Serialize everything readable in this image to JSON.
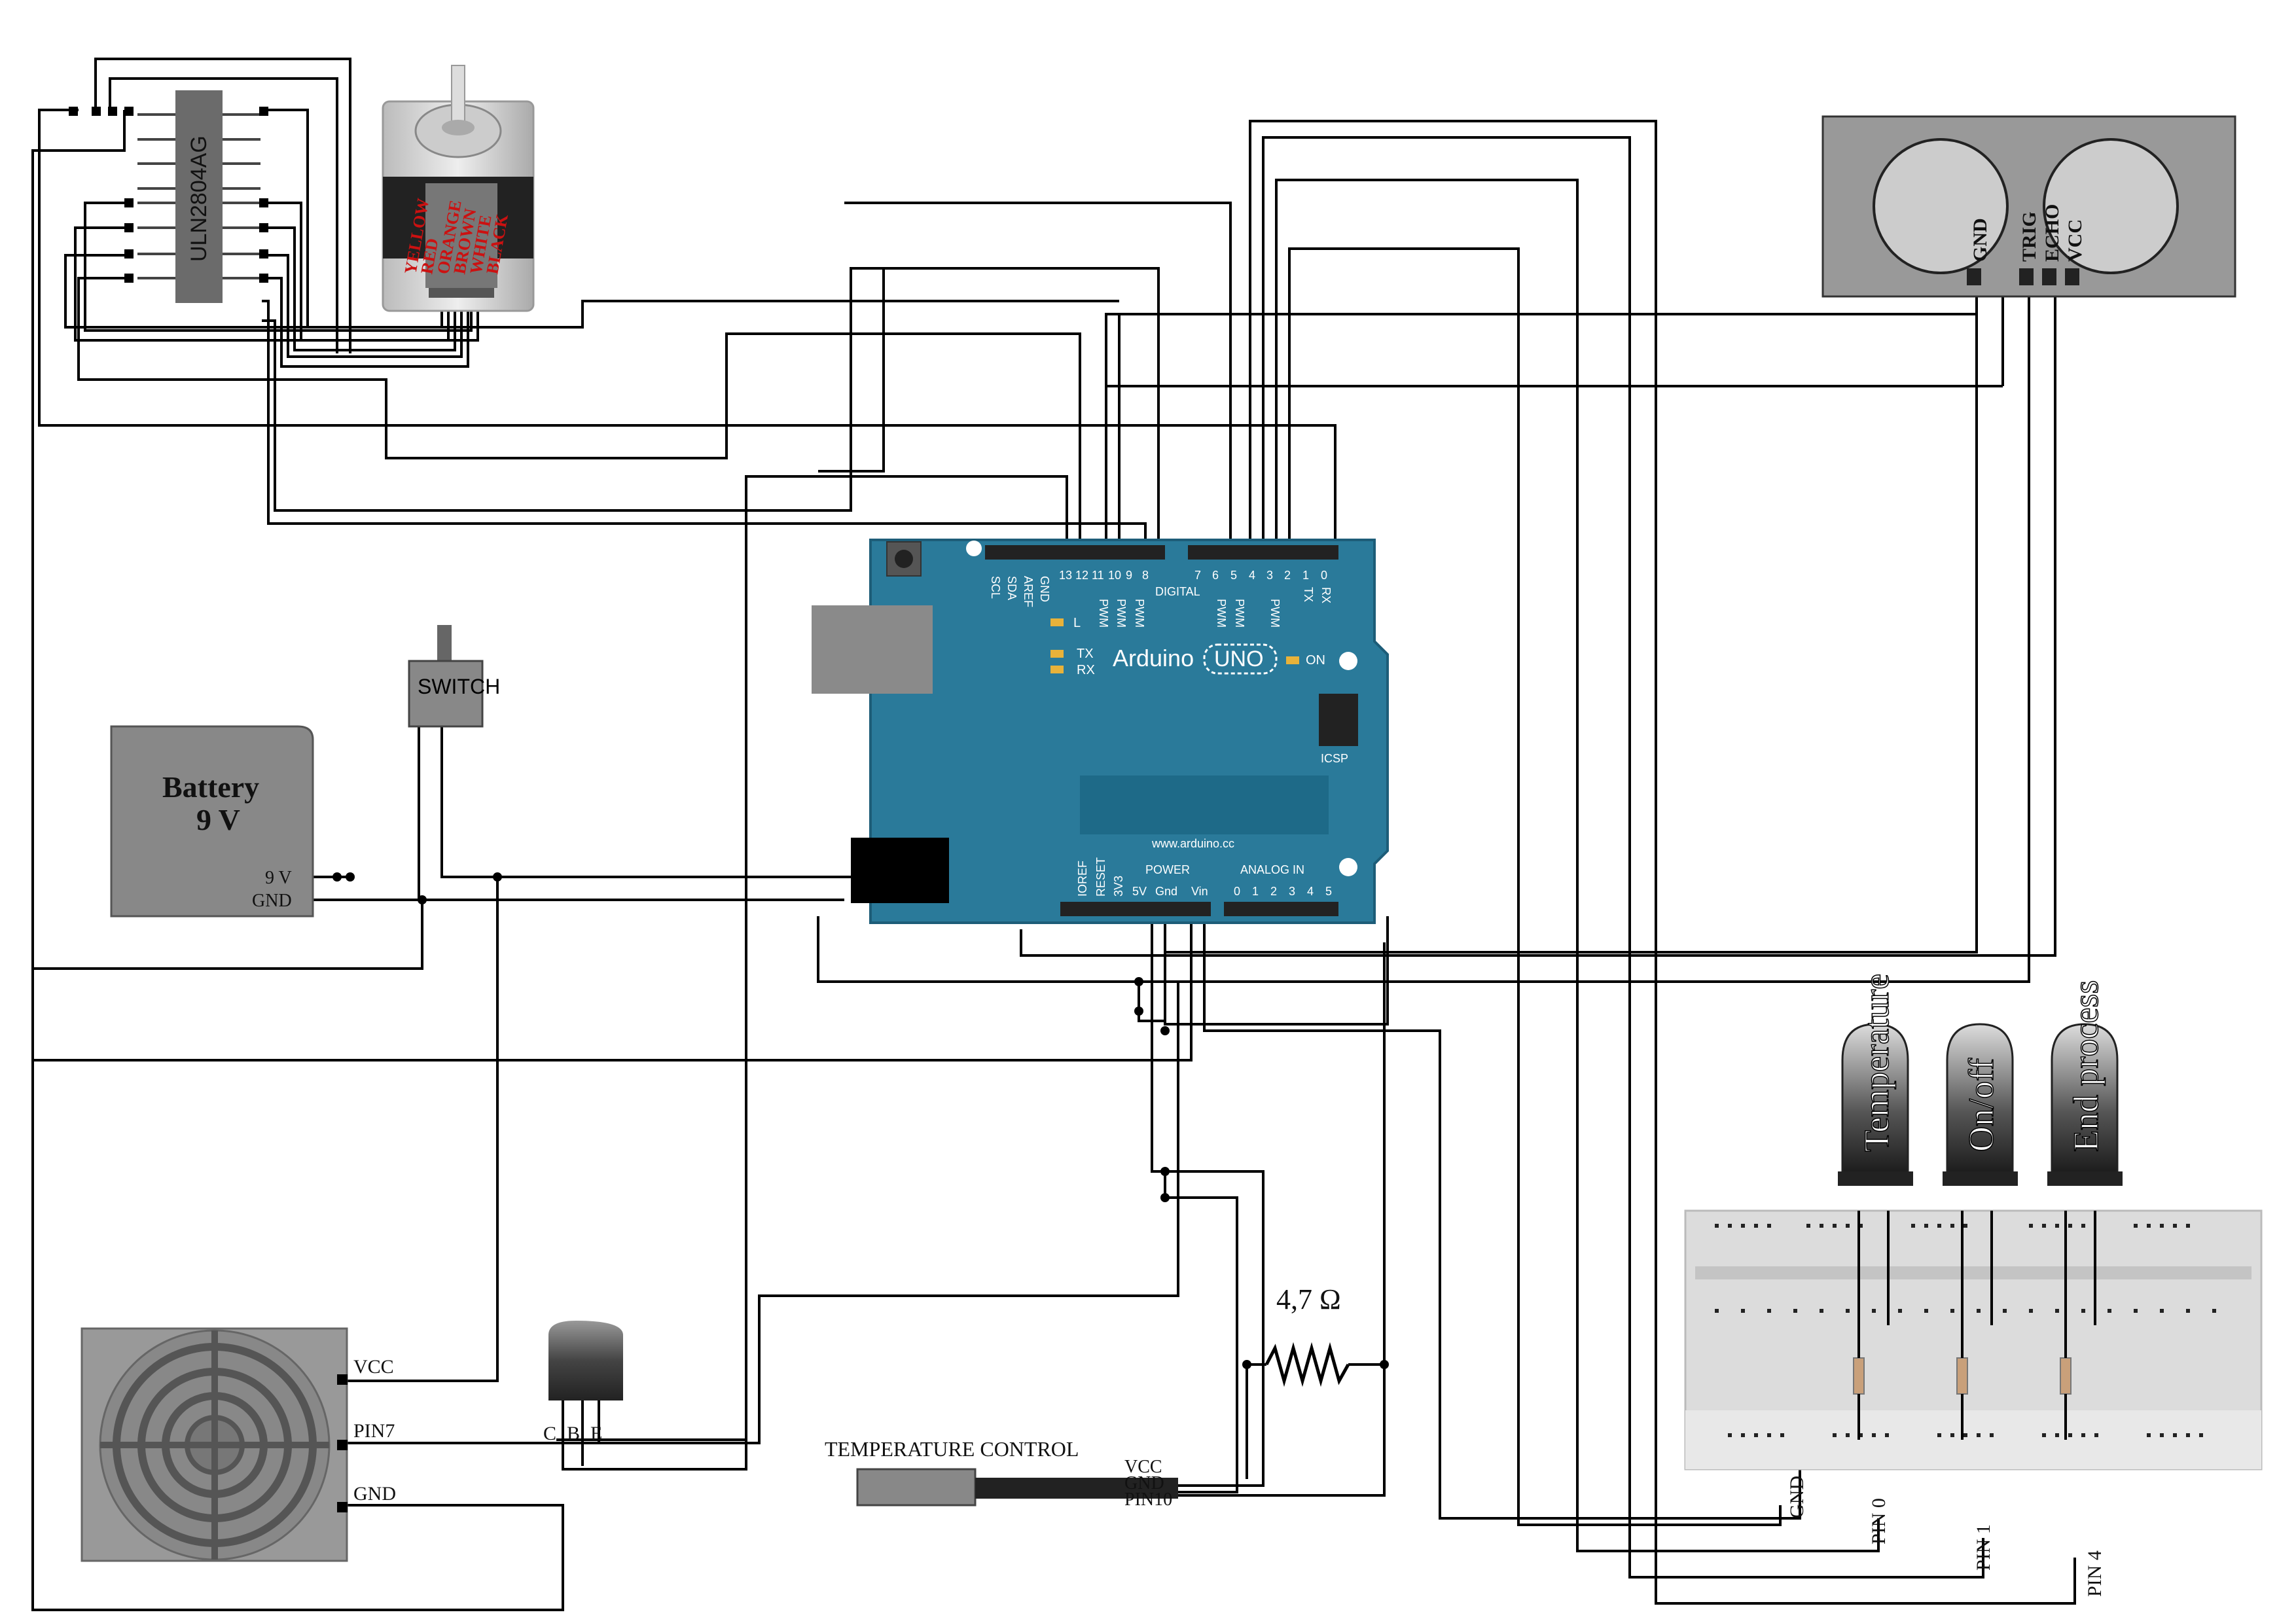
{
  "ic": {
    "label": "ULN2804AG"
  },
  "motor": {
    "wire_labels": [
      "YELLOW",
      "RED",
      "ORANGE",
      "BROWN",
      "WHITE",
      "BLACK"
    ]
  },
  "ultrasonic": {
    "pins": [
      "GND",
      "TRIG",
      "ECHO",
      "VCC"
    ]
  },
  "arduino": {
    "brand": "Arduino",
    "model": "UNO",
    "on_label": "ON",
    "l_label": "L",
    "tx_label": "TX",
    "rx_label": "RX",
    "icsp_label": "ICSP",
    "website": "www.arduino.cc",
    "digital_label": "DIGITAL",
    "top_left_headers": [
      "SCL",
      "SDA",
      "AREF",
      "GND"
    ],
    "digital_pins_high": [
      "13",
      "12",
      "11",
      "10",
      "9",
      "8"
    ],
    "digital_pins_low": [
      "7",
      "6",
      "5",
      "4",
      "3",
      "2",
      "1",
      "0"
    ],
    "tx_rx": [
      "TX",
      "RX"
    ],
    "pwm": "PWM",
    "power_label": "POWER",
    "analog_label": "ANALOG IN",
    "power_pins": [
      "IOREF",
      "RESET",
      "3V3",
      "5V",
      "Gnd",
      "Vin"
    ],
    "analog_pins": [
      "0",
      "1",
      "2",
      "3",
      "4",
      "5"
    ]
  },
  "switch": {
    "label": "SWITCH"
  },
  "battery": {
    "title": "Battery",
    "voltage": "9 V",
    "pin_9v": "9 V",
    "pin_gnd": "GND"
  },
  "fan": {
    "pins": [
      "VCC",
      "PIN7",
      "GND"
    ]
  },
  "transistor": {
    "pins": [
      "C",
      "B",
      "E"
    ]
  },
  "resistor": {
    "label": "4,7 Ω"
  },
  "temp_sensor": {
    "label": "TEMPERATURE CONTROL",
    "pins": [
      "VCC",
      "GND",
      "PIN10"
    ]
  },
  "leds": [
    {
      "label": "Temperature",
      "color": "#444444"
    },
    {
      "label": "On/off",
      "color": "#444444"
    },
    {
      "label": "End process",
      "color": "#444444"
    }
  ],
  "breadboard": {
    "pin_labels": [
      "GND",
      "PIN 0",
      "PIN 1",
      "PIN 4"
    ]
  },
  "colors": {
    "arduino_blue": "#2a7a9a",
    "motor_label_red": "#cc1111"
  }
}
